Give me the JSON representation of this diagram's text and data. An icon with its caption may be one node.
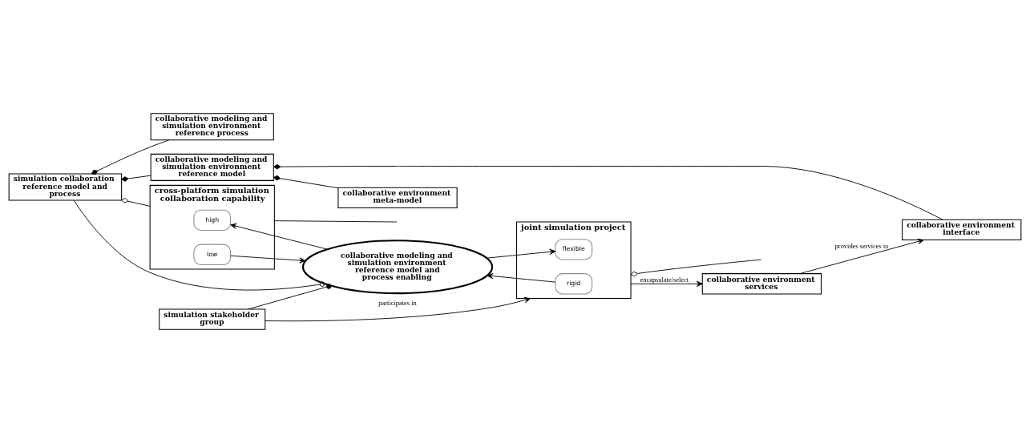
{
  "diagram": {
    "nodes": [
      {
        "text": [
          "collaborative environment services"
        ]
      },
      {
        "text": [
          "collaborative environment interface"
        ]
      },
      {
        "text": [
          "collaborative environment meta-model"
        ]
      },
      {
        "text": [
          "collaborative modeling and simulation environment reference process"
        ]
      },
      {
        "text": [
          "collaborative modeling and simulation environment reference model"
        ]
      },
      {
        "text": [
          "simulation collaboration reference model and process"
        ]
      },
      {
        "text": [
          "cross-platform simulation collaboration capability"
        ]
      },
      {
        "text": [
          "high"
        ],
        "in": 6
      },
      {
        "text": [
          "low"
        ],
        "in": 6
      },
      {
        "text": [
          "collaborative modeling and simulation environment reference model and process enabling"
        ]
      },
      {
        "text": [
          "simulation stakeholder group"
        ]
      },
      {
        "text": [
          "joint simulation project"
        ]
      },
      {
        "text": [
          "rigid"
        ],
        "in": 11
      },
      {
        "text": [
          "flexible"
        ],
        "in": 11
      }
    ],
    "edges": [
      {
        "from": 11,
        "to": 0,
        "arrow": "to",
        "label": "encapsulate/select"
      },
      {
        "from": 0,
        "to": 1,
        "arrow": "to",
        "label": "provides services to"
      },
      {
        "from": 4,
        "to": 1,
        "arrow": "other"
      },
      {
        "from": 4,
        "to": 2,
        "arrow": "other"
      },
      {
        "from": 5,
        "to": 3,
        "arrow": "other"
      },
      {
        "from": 5,
        "to": 4,
        "arrow": "other"
      },
      {
        "from": 5,
        "to": 6,
        "arrow": "other"
      },
      {
        "from": 5,
        "to": 9,
        "arrow": "other"
      },
      {
        "from": 10,
        "to": 9,
        "arrow": "other"
      },
      {
        "from": 10,
        "to": 11,
        "arrow": "to",
        "label": "participates in"
      },
      {
        "from": 9,
        "to": 7,
        "arrow": "to"
      },
      {
        "from": 8,
        "to": 9,
        "arrow": "to"
      },
      {
        "from": 12,
        "to": 9,
        "arrow": "to"
      },
      {
        "from": 9,
        "to": 13,
        "arrow": "to"
      },
      {
        "from": 6,
        "to": null,
        "arrow": "none"
      },
      {
        "from": 11,
        "to": null,
        "arrow": "other"
      }
    ]
  }
}
